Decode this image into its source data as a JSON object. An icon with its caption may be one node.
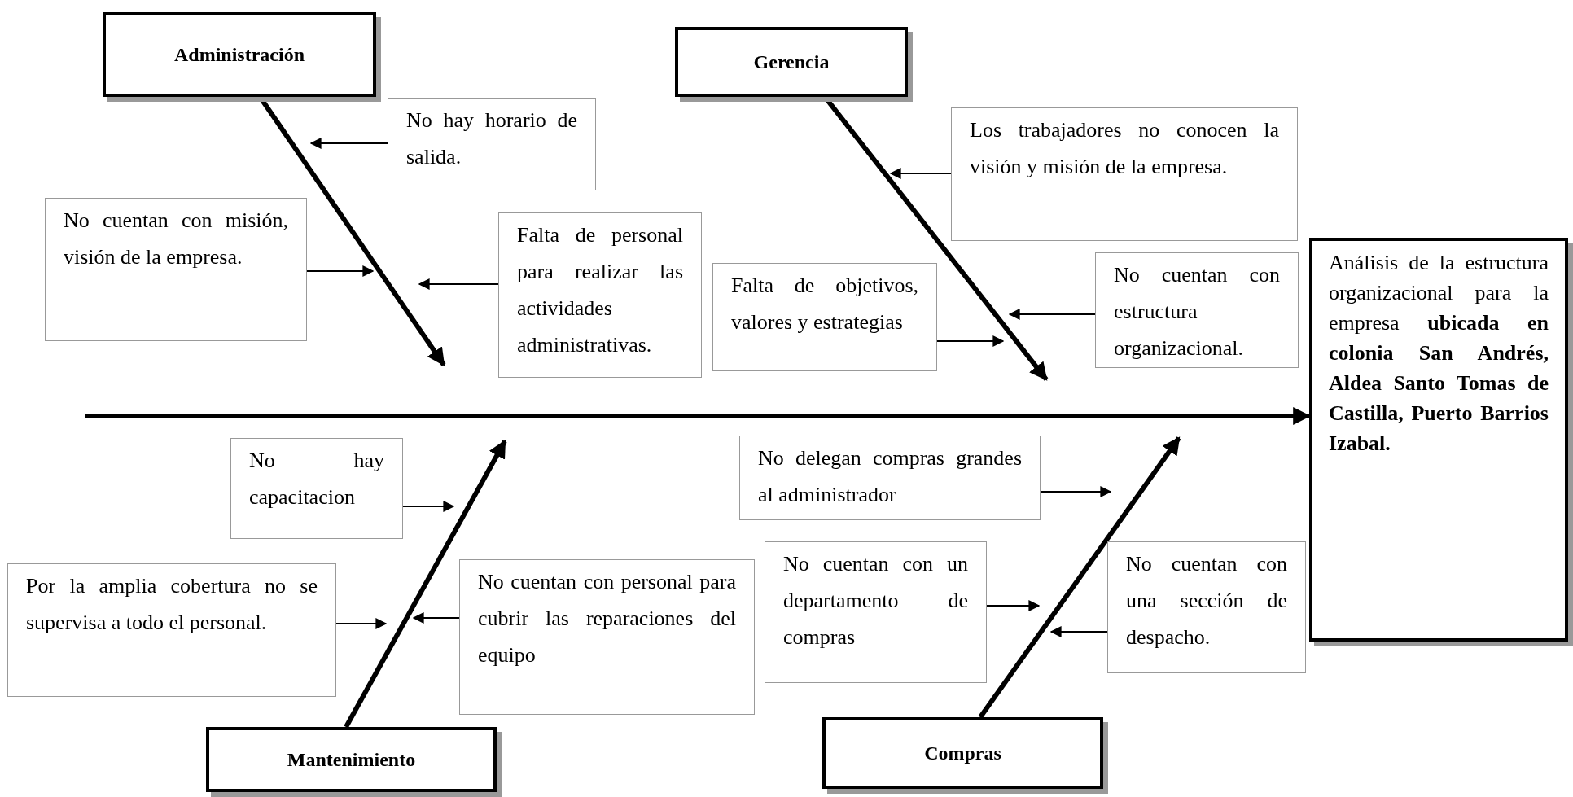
{
  "diagram": {
    "nodes": [
      {
        "text": [
          "Administración"
        ]
      },
      {
        "text": [
          "Gerencia"
        ]
      },
      {
        "text": [
          "No hay horario de salida."
        ]
      },
      {
        "text": [
          "Los trabajadores no conocen la visión y misión de la empresa."
        ]
      },
      {
        "text": [
          "No cuentan con misión, visión de la empresa."
        ]
      },
      {
        "text": [
          "Falta de personal para realizar las actividades administrativas."
        ]
      },
      {
        "text": [
          "Falta de objetivos, valores y estrategias"
        ]
      },
      {
        "text": [
          "No cuentan con estructura organizacional."
        ]
      },
      {
        "text": [
          "Análisis de la estructura organizacional para la empresa **ubicada en colonia San Andrés, Aldea Santo Tomas de Castilla, Puerto Barrios Izabal.**"
        ]
      },
      {
        "text": [
          "No hay capacitacion"
        ]
      },
      {
        "text": [
          "No delegan compras grandes al administrador"
        ]
      },
      {
        "text": [
          "Por la amplia cobertura no se supervisa a todo el personal."
        ]
      },
      {
        "text": [
          "No cuentan con personal para cubrir las reparaciones del equipo"
        ]
      },
      {
        "text": [
          "No cuentan con un departamento de compras"
        ]
      },
      {
        "text": [
          "No cuentan con una sección de despacho."
        ]
      },
      {
        "text": [
          "Mantenimiento"
        ]
      },
      {
        "text": [
          "Compras"
        ]
      }
    ],
    "edges": [
      {
        "from": 0,
        "to": null,
        "arrow": "to",
        "style": "thick"
      },
      {
        "from": 1,
        "to": null,
        "arrow": "to",
        "style": "thick"
      },
      {
        "from": 2,
        "to": null,
        "arrow": "to"
      },
      {
        "from": 3,
        "to": null,
        "arrow": "to"
      },
      {
        "from": 4,
        "to": null,
        "arrow": "to"
      },
      {
        "from": 5,
        "to": null,
        "arrow": "to"
      },
      {
        "from": 6,
        "to": null,
        "arrow": "to"
      },
      {
        "from": 7,
        "to": null,
        "arrow": "to"
      },
      {
        "from": null,
        "to": 8,
        "arrow": "to",
        "style": "thick"
      },
      {
        "from": 9,
        "to": null,
        "arrow": "to"
      },
      {
        "from": 10,
        "to": null,
        "arrow": "to"
      },
      {
        "from": 11,
        "to": null,
        "arrow": "to"
      },
      {
        "from": 12,
        "to": null,
        "arrow": "to"
      },
      {
        "from": 13,
        "to": null,
        "arrow": "to"
      },
      {
        "from": 14,
        "to": null,
        "arrow": "to"
      },
      {
        "from": 15,
        "to": null,
        "arrow": "to",
        "style": "thick"
      },
      {
        "from": 16,
        "to": null,
        "arrow": "to",
        "style": "thick"
      }
    ]
  }
}
